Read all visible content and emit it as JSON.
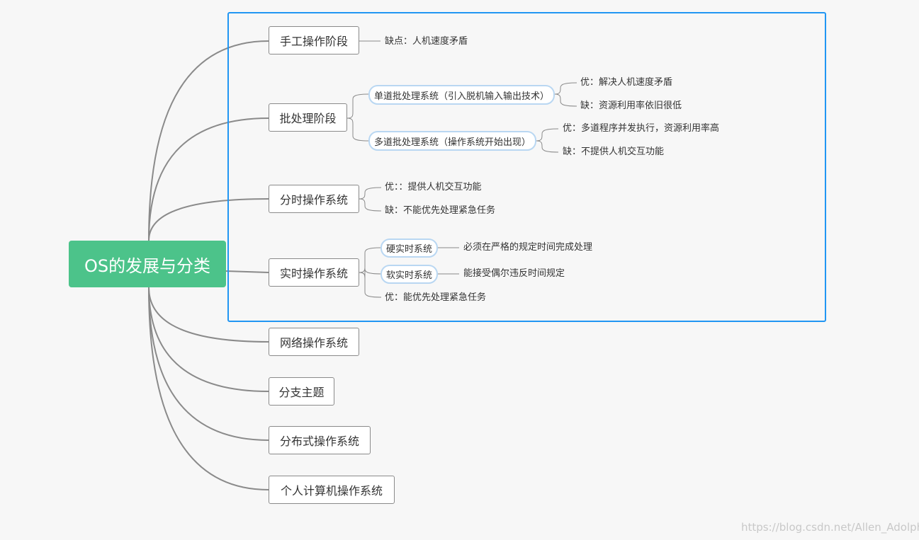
{
  "root": "OS的发展与分类",
  "branches": [
    {
      "label": "手工操作阶段",
      "leaves": [
        "缺点：人机速度矛盾"
      ]
    },
    {
      "label": "批处理阶段",
      "subs": [
        {
          "label": "单道批处理系统（引入脱机输入输出技术）",
          "leaves": [
            "优：解决人机速度矛盾",
            "缺：资源利用率依旧很低"
          ]
        },
        {
          "label": "多道批处理系统（操作系统开始出现）",
          "leaves": [
            "优：多道程序并发执行，资源利用率高",
            "缺：不提供人机交互功能"
          ]
        }
      ]
    },
    {
      "label": "分时操作系统",
      "leaves": [
        "优：：提供人机交互功能",
        "缺：不能优先处理紧急任务"
      ]
    },
    {
      "label": "实时操作系统",
      "subs": [
        {
          "label": "硬实时系统",
          "leaves": [
            "必须在严格的规定时间完成处理"
          ]
        },
        {
          "label": "软实时系统",
          "leaves": [
            "能接受偶尔违反时间规定"
          ]
        }
      ],
      "leaves": [
        "优：能优先处理紧急任务"
      ]
    },
    {
      "label": "网络操作系统"
    },
    {
      "label": "分支主题"
    },
    {
      "label": "分布式操作系统"
    },
    {
      "label": "个人计算机操作系统"
    }
  ],
  "watermark": "https://blog.csdn.net/Allen_Adolph",
  "colors": {
    "root": "#4cc38a",
    "selection": "#2196f3",
    "line": "#8a8a8a",
    "pill_border": "#b9d7f2"
  }
}
